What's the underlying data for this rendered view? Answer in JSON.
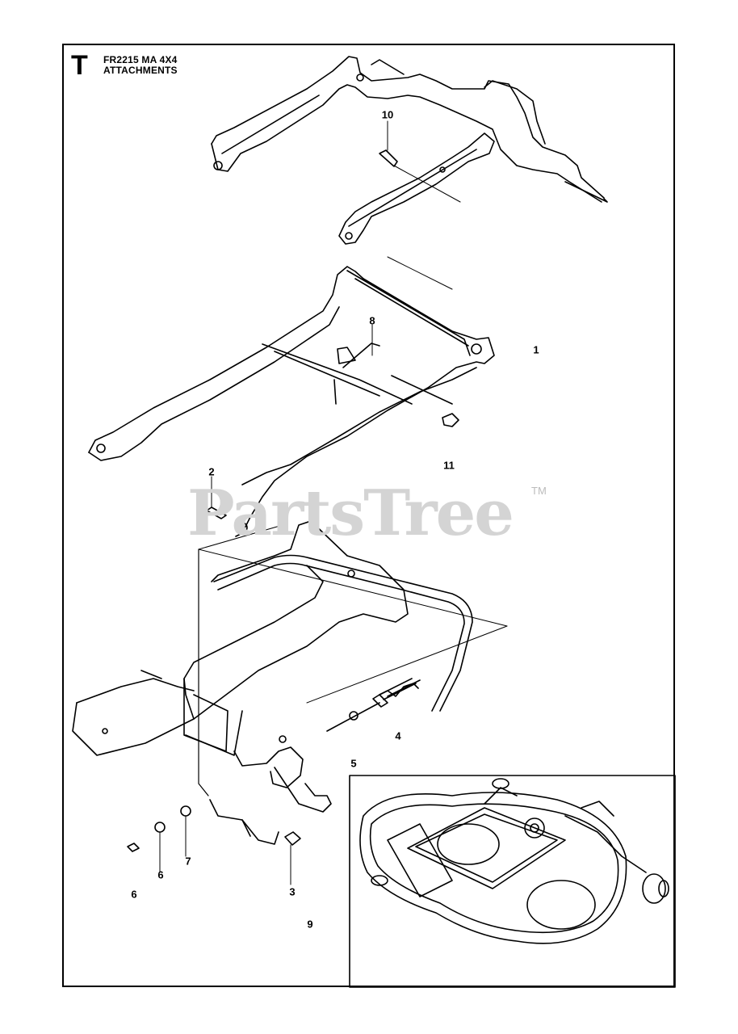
{
  "header": {
    "section_letter": "T",
    "model": "FR2215 MA 4X4",
    "page_title": "ATTACHMENTS"
  },
  "watermark": {
    "text": "PartsTree",
    "trademark": "TM"
  },
  "callouts": {
    "c1": "1",
    "c2": "2",
    "c3": "3",
    "c4": "4",
    "c5": "5",
    "c6a": "6",
    "c6b": "6",
    "c7": "7",
    "c8": "8",
    "c9": "9",
    "c10": "10",
    "c11": "11"
  }
}
